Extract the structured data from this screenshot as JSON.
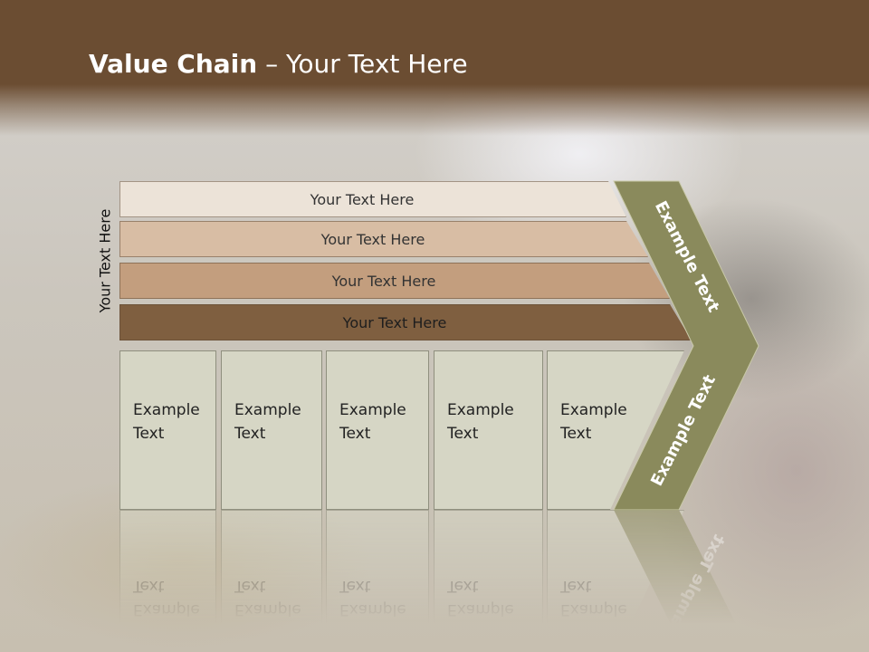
{
  "title_bold": "Value Chain",
  "title_rest": " – Your Text Here",
  "side_label": "Your Text Here",
  "bars": [
    "Your Text Here",
    "Your Text Here",
    "Your Text Here",
    "Your Text Here"
  ],
  "boxes": [
    {
      "line1": "Example",
      "line2": "Text"
    },
    {
      "line1": "Example",
      "line2": "Text"
    },
    {
      "line1": "Example",
      "line2": "Text"
    },
    {
      "line1": "Example",
      "line2": "Text"
    },
    {
      "line1": "Example",
      "line2": "Text"
    }
  ],
  "chevron_upper_text": "Example Text",
  "chevron_lower_text": "Example Text",
  "colors": {
    "header": "#6b4d32",
    "chevron": "#8a8a5c",
    "box": "#d6d6c5"
  }
}
